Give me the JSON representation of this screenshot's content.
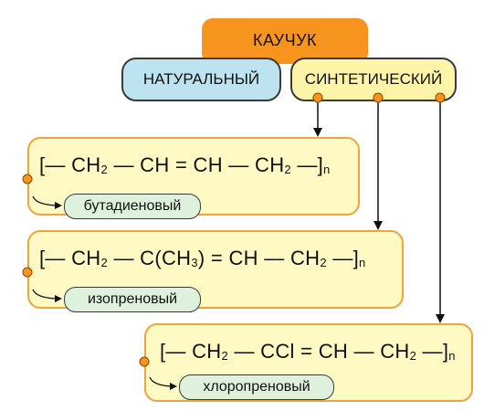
{
  "root": {
    "label": "КАУЧУК"
  },
  "categories": [
    {
      "label": "НАТУРАЛЬНЫЙ"
    },
    {
      "label": "СИНТЕТИЧЕСКИЙ"
    }
  ],
  "rubbers": [
    {
      "formula_parts": [
        "[— CH",
        "2",
        " — CH = CH — CH",
        "2",
        " —]",
        "n"
      ],
      "name": "бутадиеновый"
    },
    {
      "formula_parts": [
        "[— CH",
        "2",
        " — C(CH",
        "3",
        ") = CH — CH",
        "2",
        " —]",
        "n"
      ],
      "name": "изопреновый"
    },
    {
      "formula_parts": [
        "[— CH",
        "2",
        " — CCl = CH — CH",
        "2",
        " —]",
        "n"
      ],
      "name": "хлоропреновый"
    }
  ],
  "colors": {
    "root": "#F7941D",
    "natural": "#BCE3EF",
    "synthetic": "#FFF4A8",
    "card": "#FFF9C4",
    "card_border": "#F2A33A",
    "tag": "#DDF1DC",
    "connector_dot": "#F7941D"
  }
}
